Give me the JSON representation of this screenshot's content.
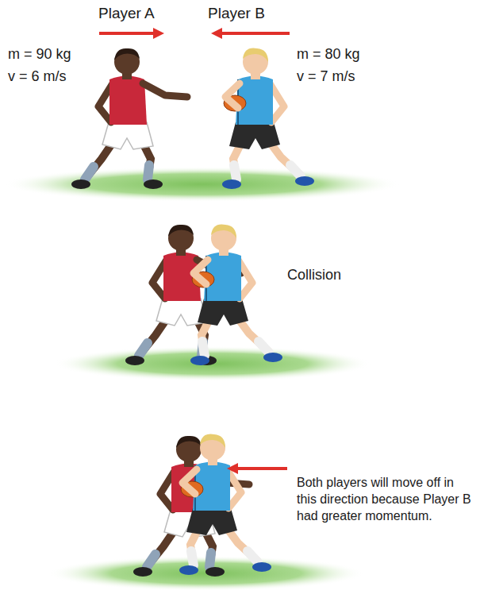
{
  "diagram": {
    "labels": [
      "Player A",
      "Player B",
      "m = 90 kg",
      "v = 6 m/s",
      "m = 80 kg",
      "v = 7 m/s",
      "Collision",
      "Both players will move off in this direction because Player B had greater momentum."
    ]
  }
}
